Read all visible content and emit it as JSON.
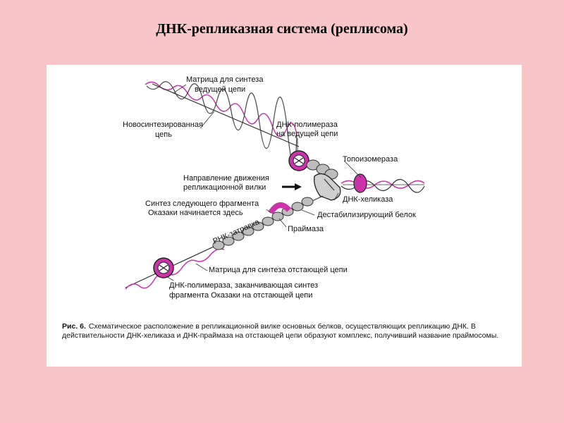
{
  "title": "ДНК-репликазная система (реплисома)",
  "labels": {
    "leading_template_1": "Матрица для синтеза",
    "leading_template_2": "ведущей цепи",
    "new_strand_1": "Новосинтезированная",
    "new_strand_2": "цепь",
    "pol_leading_1": "ДНК-полимераза",
    "pol_leading_2": "на ведущей цепи",
    "topoisomerase": "Топоизомераза",
    "direction_1": "Направление движения",
    "direction_2": "репликационной вилки",
    "helicase": "ДНК-хеликаза",
    "okazaki_start_1": "Синтез следующего фрагмента",
    "okazaki_start_2": "Оказаки начинается здесь",
    "ssb": "Дестабилизирующий белок",
    "primer": "РНК-затравка",
    "primase": "Праймаза",
    "lagging_template": "Матрица для синтеза отстающей цепи",
    "pol_lagging_1": "ДНК-полимераза, заканчивающая синтез",
    "pol_lagging_2": "фрагмента Оказаки на отстающей цепи"
  },
  "caption": {
    "number": "Рис. 6.",
    "text": "Схематическое расположение в репликационной вилке основных белков, осуществляющих репликацию ДНК. В действительности ДНК-хеликаза и ДНК-праймаза на отстающей цепи образуют комплекс, получивший название праймосомы."
  },
  "colors": {
    "background": "#f8c6c8",
    "magenta": "#cc33aa",
    "protein_gray": "#bdbdbd"
  }
}
